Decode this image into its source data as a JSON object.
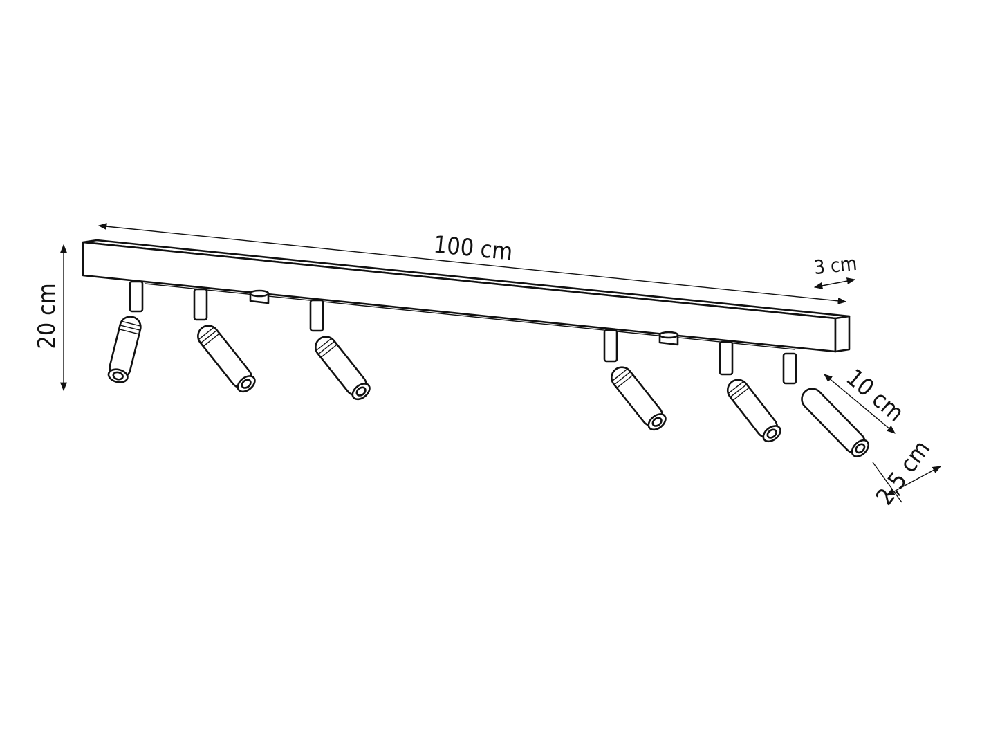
{
  "drawing": {
    "subject": "ceiling spot light bar with 6 adjustable spots",
    "spot_count": 6,
    "line_color": "#111111",
    "background": "#ffffff"
  },
  "dimensions": {
    "length": "100 cm",
    "depth": "3 cm",
    "height": "20 cm",
    "spot_length": "10 cm",
    "spot_diameter": "2,5 cm"
  }
}
